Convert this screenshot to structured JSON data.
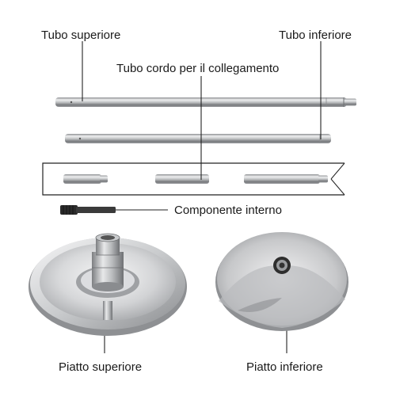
{
  "labels": {
    "top_tube": "Tubo superiore",
    "bottom_tube": "Tubo inferiore",
    "connector_tube": "Tubo cordo per il collegamento",
    "inner_component": "Componente interno",
    "top_plate": "Piatto superiore",
    "bottom_plate": "Piatto inferiore"
  }
}
